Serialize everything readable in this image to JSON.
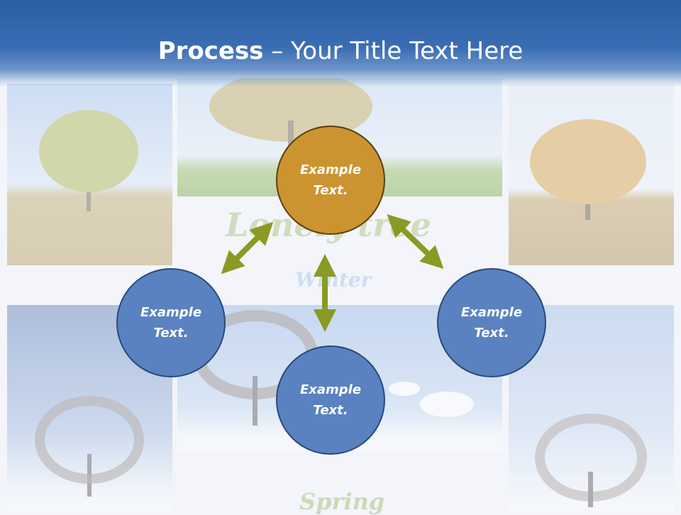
{
  "slide": {
    "title_bold": "Process",
    "title_rest": " – Your Title Text Here"
  },
  "background": {
    "caption_1": "Lonely tree",
    "caption_2": "Winter",
    "caption_3": "Spring"
  },
  "diagram": {
    "top": {
      "line1": "Example",
      "line2": "Text."
    },
    "left": {
      "line1": "Example",
      "line2": "Text."
    },
    "right": {
      "line1": "Example",
      "line2": "Text."
    },
    "bottom": {
      "line1": "Example",
      "line2": "Text."
    }
  },
  "colors": {
    "title_bar": "#3a6db3",
    "node_blue": "#5a82c0",
    "node_gold": "#cc9430",
    "arrow": "#8a9a24"
  }
}
